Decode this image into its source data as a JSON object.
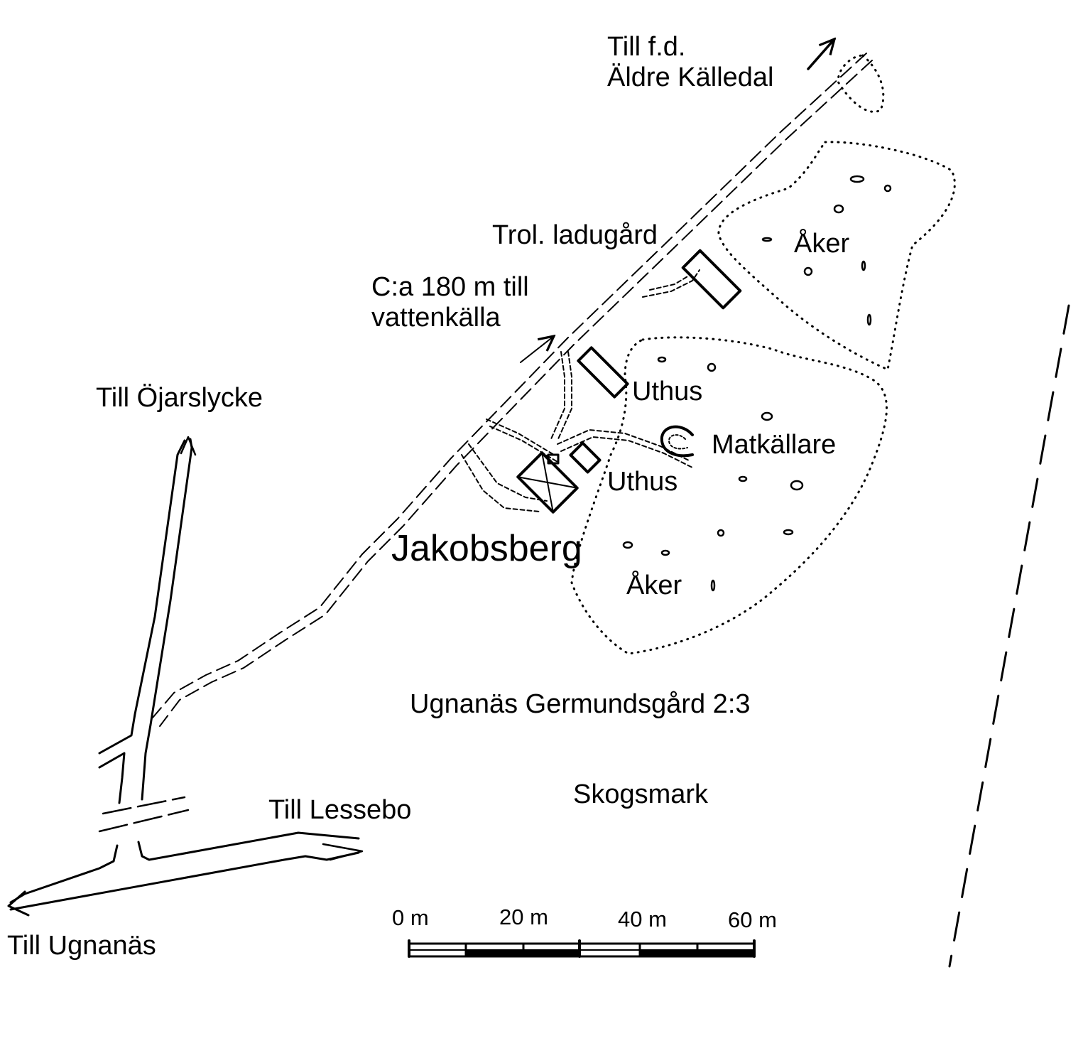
{
  "map": {
    "ink_color": "#000000",
    "background_color": "#ffffff",
    "labels": {
      "kalledal_line1": "Till f.d.",
      "kalledal_line2": "Äldre Källedal",
      "ladugard": "Trol. ladugård",
      "aker_north": "Åker",
      "vattenkalla_line1": "C:a 180 m till",
      "vattenkalla_line2": "vattenkälla",
      "ojarslycke": "Till Öjarslycke",
      "uthus_north": "Uthus",
      "matkallare": "Matkällare",
      "uthus_south": "Uthus",
      "jakobsberg": "Jakobsberg",
      "aker_south": "Åker",
      "property": "Ugnanäs Germundsgård 2:3",
      "skogsmark": "Skogsmark",
      "lessebo": "Till Lessebo",
      "ugnanas": "Till Ugnanäs"
    },
    "scale_bar": {
      "ticks": [
        "0 m",
        "20 m",
        "40 m",
        "60 m"
      ],
      "max_value_m": 60
    }
  }
}
